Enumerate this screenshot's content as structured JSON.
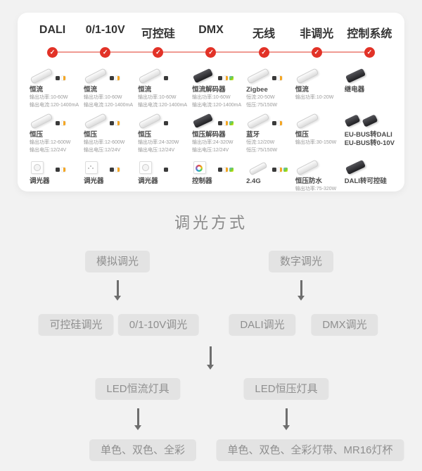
{
  "colors": {
    "accent_red": "#e23227",
    "timeline_line": "#f09a92",
    "flow_box_bg": "#e3e3e3",
    "flow_text": "#8f8f8f",
    "page_bg": "#f2f2f2",
    "card_bg": "#ffffff"
  },
  "card": {
    "check_glyph": "✓",
    "columns": [
      {
        "title": "DALI",
        "items": [
          {
            "name": "恒流",
            "specs": [
              "输出功率:10-60W",
              "输出电流:120-1400mA"
            ],
            "image": "driver-white",
            "badges": [
              "dim-icon",
              "cct-icon"
            ]
          },
          {
            "name": "恒压",
            "specs": [
              "输出功率:12-600W",
              "输出电压:12/24V"
            ],
            "image": "driver-white",
            "badges": [
              "dim-icon",
              "cct-icon"
            ]
          },
          {
            "name": "调光器",
            "specs": [],
            "image": "dimmer-knob",
            "badges": [
              "dim-icon",
              "cct-icon"
            ]
          }
        ]
      },
      {
        "title": "0/1-10V",
        "items": [
          {
            "name": "恒流",
            "specs": [
              "输出功率:10-60W",
              "输出电流:120-1400mA"
            ],
            "image": "driver-white",
            "badges": [
              "dim-icon",
              "cct-icon"
            ]
          },
          {
            "name": "恒压",
            "specs": [
              "输出功率:12-600W",
              "输出电压:12/24V"
            ],
            "image": "driver-white",
            "badges": [
              "dim-icon",
              "cct-icon"
            ]
          },
          {
            "name": "调光器",
            "specs": [],
            "image": "dimmer-dots",
            "badges": [
              "dim-icon",
              "cct-icon"
            ]
          }
        ]
      },
      {
        "title": "可控硅",
        "items": [
          {
            "name": "恒流",
            "specs": [
              "输出功率:10-60W",
              "输出电流:120-1400mA"
            ],
            "image": "driver-white",
            "badges": [
              "dim-icon"
            ]
          },
          {
            "name": "恒压",
            "specs": [
              "输出功率:24-320W",
              "输出电压:12/24V"
            ],
            "image": "driver-white",
            "badges": [
              "dim-icon"
            ]
          },
          {
            "name": "调光器",
            "specs": [],
            "image": "dimmer-knob",
            "badges": [
              "dim-icon"
            ]
          }
        ]
      },
      {
        "title": "DMX",
        "items": [
          {
            "name": "恒流解码器",
            "specs": [
              "输出功率:10-60W",
              "输出电流:120-1400mA"
            ],
            "image": "driver-dark",
            "badges": [
              "dim-icon",
              "cct-icon",
              "rgb-icon"
            ]
          },
          {
            "name": "恒压解码器",
            "specs": [
              "输出功率:24-320W",
              "输出电压:12/24V"
            ],
            "image": "driver-dark",
            "badges": [
              "dim-icon",
              "cct-icon",
              "rgb-icon"
            ]
          },
          {
            "name": "控制器",
            "specs": [],
            "image": "controller",
            "badges": [
              "dim-icon",
              "cct-icon",
              "rgb-icon"
            ]
          }
        ]
      },
      {
        "title": "无线",
        "items": [
          {
            "name": "Zigbee",
            "specs": [
              "恒流:20-50W",
              "恒压:75/150W"
            ],
            "image": "driver-white",
            "badges": [
              "dim-icon",
              "cct-icon"
            ]
          },
          {
            "name": "蓝牙",
            "specs": [
              "恒流:12/20W",
              "恒压:75/150W"
            ],
            "image": "driver-white",
            "badges": [
              "dim-icon",
              "cct-icon"
            ]
          },
          {
            "name": "2.4G",
            "specs": [],
            "image": "remote",
            "badges": [
              "dim-icon",
              "cct-icon",
              "rgb-icon"
            ]
          }
        ]
      },
      {
        "title": "非调光",
        "items": [
          {
            "name": "恒流",
            "specs": [
              "输出功率:10-20W"
            ],
            "image": "driver-white",
            "badges": []
          },
          {
            "name": "恒压",
            "specs": [
              "输出功率:30-150W"
            ],
            "image": "driver-white",
            "badges": []
          },
          {
            "name": "恒压防水",
            "specs": [
              "输出功率:75-320W"
            ],
            "image": "driver-white",
            "badges": []
          }
        ]
      },
      {
        "title": "控制系统",
        "items": [
          {
            "name": "继电器",
            "specs": [],
            "image": "driver-dark",
            "badges": []
          },
          {
            "name": "EU-BUS转DALI",
            "name2": "EU-BUS转0-10V",
            "specs": [],
            "image": "driver-dark-pair",
            "badges": []
          },
          {
            "name": "DALI转可控硅",
            "specs": [],
            "image": "driver-dark",
            "badges": []
          }
        ]
      }
    ]
  },
  "flow": {
    "title": "调光方式",
    "analog": "模拟调光",
    "digital": "数字调光",
    "triac": "可控硅调光",
    "v010": "0/1-10V调光",
    "dali": "DALI调光",
    "dmx": "DMX调光",
    "cc_lamp": "LED恒流灯具",
    "cv_lamp": "LED恒压灯具",
    "cc_out": "单色、双色、全彩",
    "cv_out": "单色、双色、全彩灯带、MR16灯杯"
  }
}
